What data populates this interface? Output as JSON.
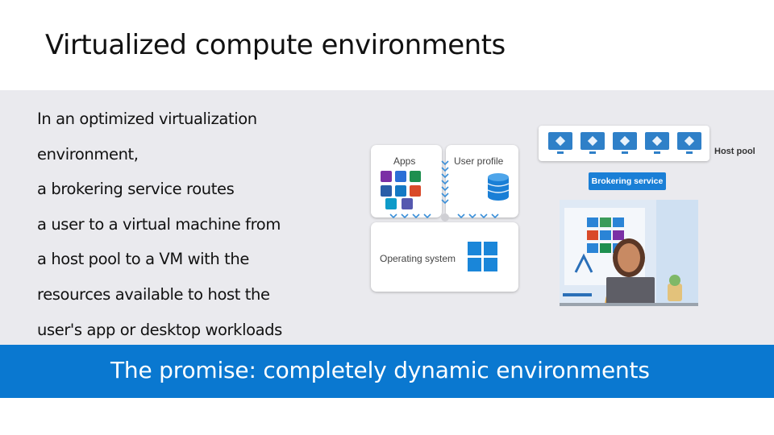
{
  "slide": {
    "title": "Virtualized compute environments",
    "description_lines": [
      "In an optimized virtualization",
      "environment,",
      "a brokering service routes",
      "a user to a virtual machine from",
      "a host pool to a VM with the",
      "resources available to host the",
      "user's app or desktop workloads"
    ],
    "banner": "The promise: completely dynamic environments"
  },
  "diagram": {
    "apps_label": "Apps",
    "user_profile_label": "User profile",
    "os_label": "Operating system",
    "brokering_service_label": "Brokering service",
    "host_pool_label": "Host pool"
  },
  "colors": {
    "banner": "#0a78d0",
    "panel": "#eaeaee",
    "broker": "#1a7fd6",
    "monitor": "#2f80c8"
  }
}
